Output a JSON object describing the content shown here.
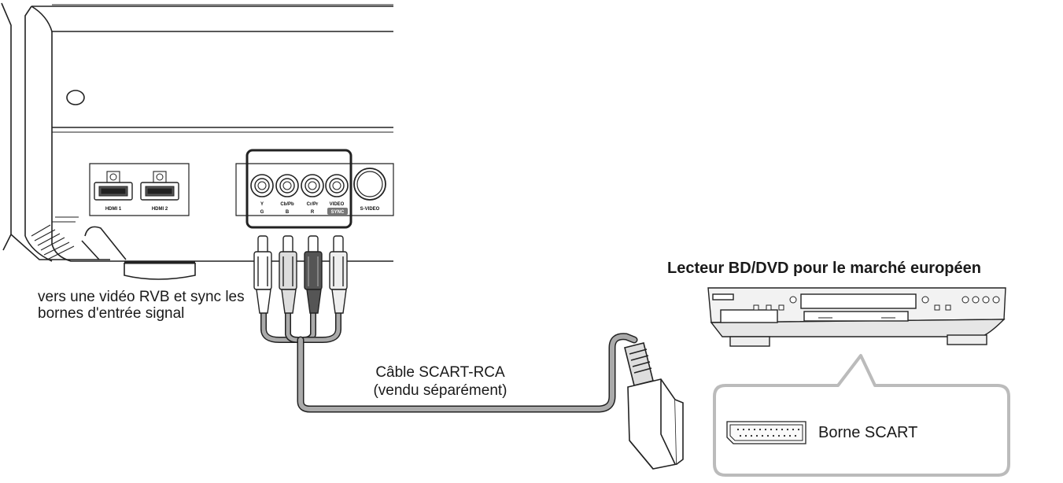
{
  "projector": {
    "hdmi_ports": [
      "HDMI 1",
      "HDMI 2"
    ],
    "component_top": [
      "Y",
      "Cb/Pb",
      "Cr/Pr",
      "VIDEO"
    ],
    "component_bottom": [
      "G",
      "B",
      "R",
      "SYNC"
    ],
    "svideo_label": "S-VIDEO"
  },
  "input_description": "vers une vidéo RVB et sync les bornes d'entrée signal",
  "cable": {
    "line1": "Câble SCART-RCA",
    "line2": "(vendu séparément)"
  },
  "player": {
    "title": "Lecteur BD/DVD pour le marché européen"
  },
  "callout": {
    "scart_terminal_label": "Borne SCART"
  }
}
